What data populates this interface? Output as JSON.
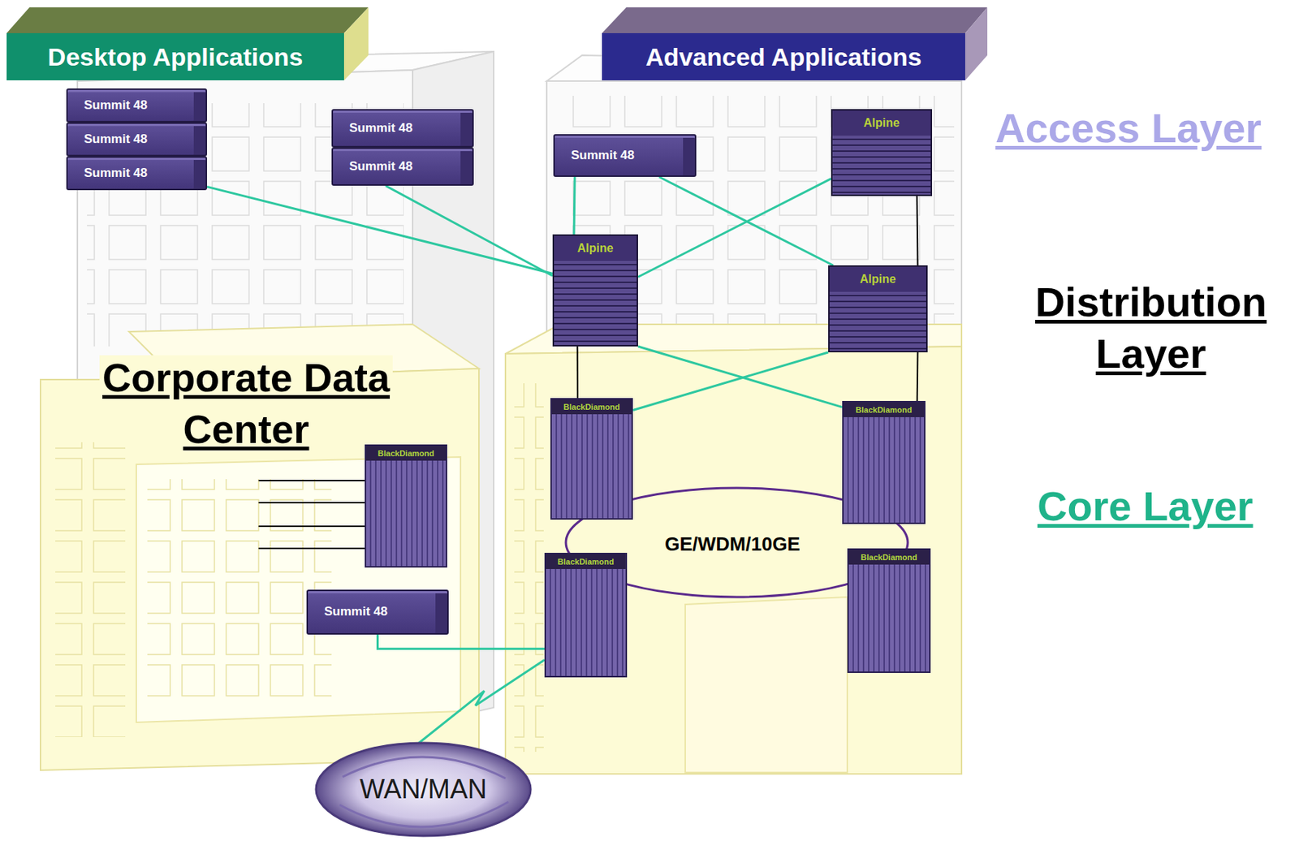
{
  "diagram": {
    "nodes": [
      {
        "text": [
          "Desktop Applications"
        ]
      },
      {
        "text": [
          "Advanced Applications"
        ]
      },
      {
        "text": [
          "Summit 48"
        ]
      },
      {
        "text": [
          "Summit 48"
        ]
      },
      {
        "text": [
          "Summit 48"
        ]
      },
      {
        "text": [
          "Summit 48"
        ]
      },
      {
        "text": [
          "Summit 48"
        ]
      },
      {
        "text": [
          "Summit 48"
        ]
      },
      {
        "text": [
          "Alpine"
        ]
      },
      {
        "text": [
          "Alpine"
        ]
      },
      {
        "text": [
          "Alpine"
        ]
      },
      {
        "text": [
          "BlackDiamond"
        ]
      },
      {
        "text": [
          "BlackDiamond"
        ]
      },
      {
        "text": [
          "BlackDiamond"
        ]
      },
      {
        "text": [
          "BlackDiamond"
        ]
      },
      {
        "text": [
          "BlackDiamond"
        ]
      },
      {
        "text": [
          "Summit 48"
        ]
      },
      {
        "text": [
          "WAN/MAN"
        ]
      }
    ],
    "edges": [
      {
        "from": 4,
        "to": 9,
        "arrow": "none"
      },
      {
        "from": 6,
        "to": 9,
        "arrow": "none"
      },
      {
        "from": 7,
        "to": 9,
        "arrow": "none"
      },
      {
        "from": 7,
        "to": 10,
        "arrow": "none"
      },
      {
        "from": 8,
        "to": 9,
        "arrow": "none"
      },
      {
        "from": 8,
        "to": 10,
        "arrow": "none"
      },
      {
        "from": 9,
        "to": 11,
        "arrow": "none"
      },
      {
        "from": 9,
        "to": 12,
        "arrow": "none"
      },
      {
        "from": 10,
        "to": 11,
        "arrow": "none"
      },
      {
        "from": 10,
        "to": 12,
        "arrow": "none"
      },
      {
        "from": 16,
        "to": 14,
        "arrow": "none"
      },
      {
        "from": 14,
        "to": 17,
        "arrow": "none"
      }
    ],
    "labels": [
      "Access Layer",
      "Distribution Layer",
      "Corporate Data Center",
      "Core Layer",
      "GE/WDM/10GE"
    ]
  }
}
